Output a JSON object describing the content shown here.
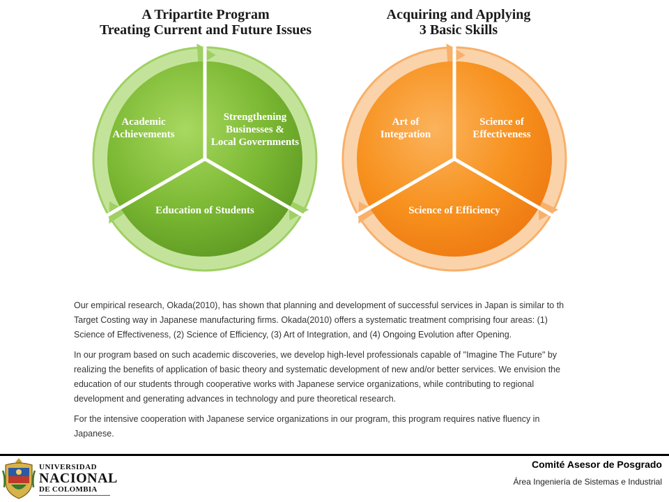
{
  "diagrams": [
    {
      "title_lines": [
        "A Tripartite Program",
        "Treating Current and Future Issues"
      ],
      "segments": [
        [
          "Academic",
          "Achievements"
        ],
        [
          "Strengthening",
          "Businesses &",
          "Local Governments"
        ],
        [
          "Education of Students"
        ]
      ],
      "colors": {
        "outer": "#9fd063",
        "ring": "#c4e39a",
        "fill": "#7bb833",
        "fill_dark": "#5e9a22",
        "highlight": "#a8d860"
      }
    },
    {
      "title_lines": [
        "Acquiring and Applying",
        "3 Basic Skills"
      ],
      "segments": [
        [
          "Art of",
          "Integration"
        ],
        [
          "Science of",
          "Effectiveness"
        ],
        [
          "Science of Efficiency"
        ]
      ],
      "colors": {
        "outer": "#f8b06a",
        "ring": "#fbd3aa",
        "fill": "#f7911e",
        "fill_dark": "#ee7a12",
        "highlight": "#fbb35c"
      }
    }
  ],
  "body": {
    "paragraphs": [
      [
        "Our empirical research, Okada(2010), has shown that planning and development of successful services in Japan is similar to th",
        "Target Costing way in Japanese manufacturing firms. Okada(2010) offers a systematic treatment comprising four areas: (1)",
        "Science of Effectiveness, (2) Science of Efficiency, (3) Art of Integration, and (4) Ongoing Evolution after Opening."
      ],
      [
        "In our program based on such academic discoveries, we develop high-level professionals capable of \"Imagine The Future\" by",
        "realizing the benefits of application of basic theory and systematic development of new and/or better services. We envision the",
        "education of our students through cooperative works with Japanese service organizations, while contributing to regional",
        "development and generating advances in technology and pure theoretical research."
      ],
      [
        "For the intensive cooperation with Japanese service organizations in our program, this program requires native fluency in",
        "Japanese."
      ]
    ]
  },
  "footer": {
    "university_lines": [
      "UNIVERSIDAD",
      "NACIONAL",
      "DE COLOMBIA"
    ],
    "committee": "Comité Asesor de Posgrado",
    "area": "Área Ingeniería de Sistemas e Industrial",
    "crest_icon": "university-crest-icon"
  }
}
